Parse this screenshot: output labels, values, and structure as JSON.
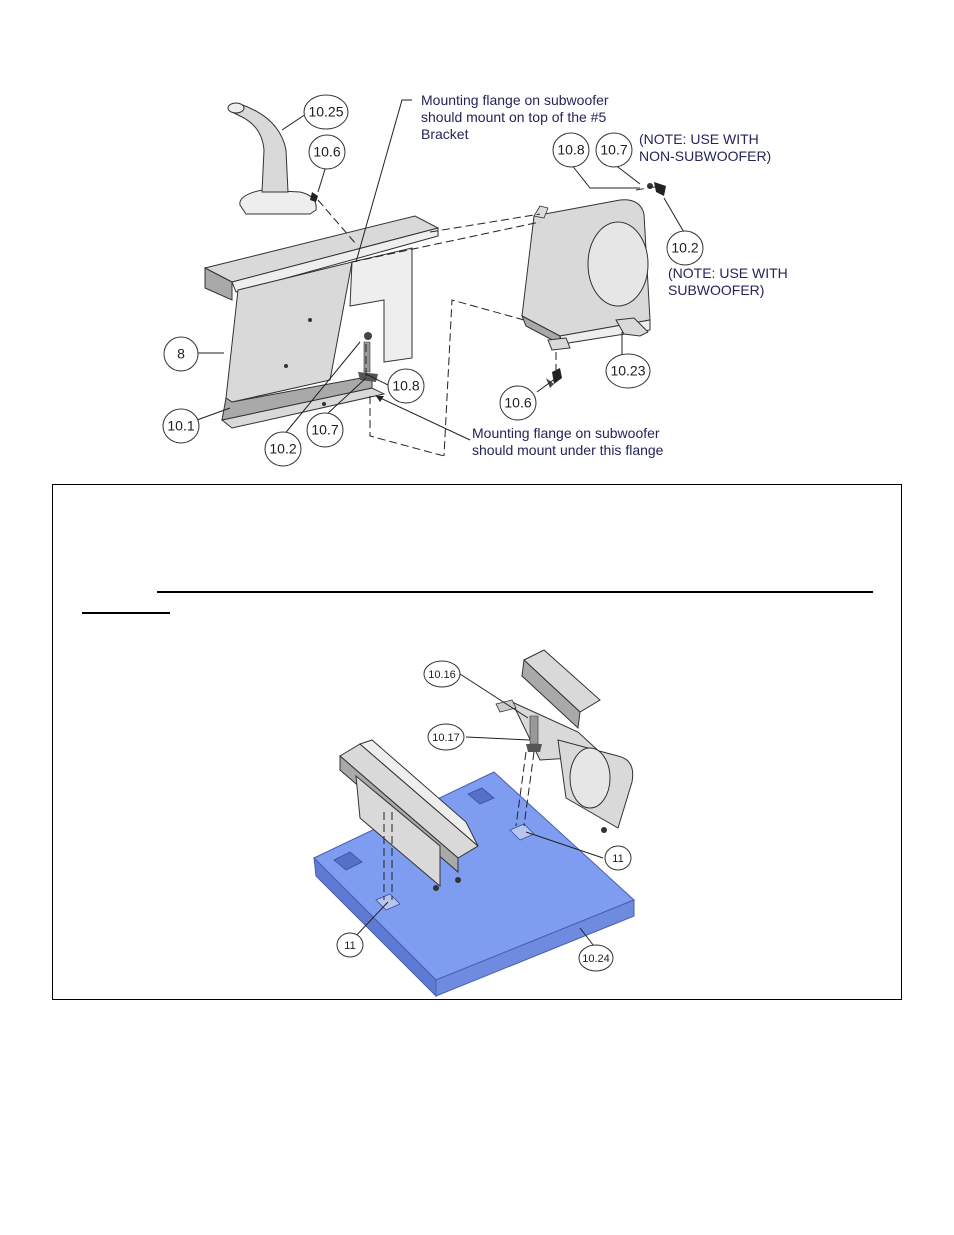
{
  "diagram1": {
    "callouts": {
      "c_10_25": "10.25",
      "c_10_6_top": "10.6",
      "c_10_8_top": "10.8",
      "c_10_7_top": "10.7",
      "c_10_2_right": "10.2",
      "c_8": "8",
      "c_10_1": "10.1",
      "c_10_2_bottom": "10.2",
      "c_10_7_bottom": "10.7",
      "c_10_8_bottom": "10.8",
      "c_10_6_bottom": "10.6",
      "c_10_23": "10.23"
    },
    "notes": {
      "top_flange_line1": "Mounting flange on subwoofer",
      "top_flange_line2": "should mount on top of the #5",
      "top_flange_line3": "Bracket",
      "non_sub_line1": "(NOTE: USE WITH",
      "non_sub_line2": "NON-SUBWOOFER)",
      "sub_line1": "(NOTE: USE WITH",
      "sub_line2": "SUBWOOFER)",
      "under_flange_line1": "Mounting flange on subwoofer",
      "under_flange_line2": "should mount under this flange"
    }
  },
  "diagram2": {
    "callouts": {
      "c_10_16": "10.16",
      "c_10_17": "10.17",
      "c_11_right": "11",
      "c_11_left": "11",
      "c_10_24": "10.24"
    }
  }
}
